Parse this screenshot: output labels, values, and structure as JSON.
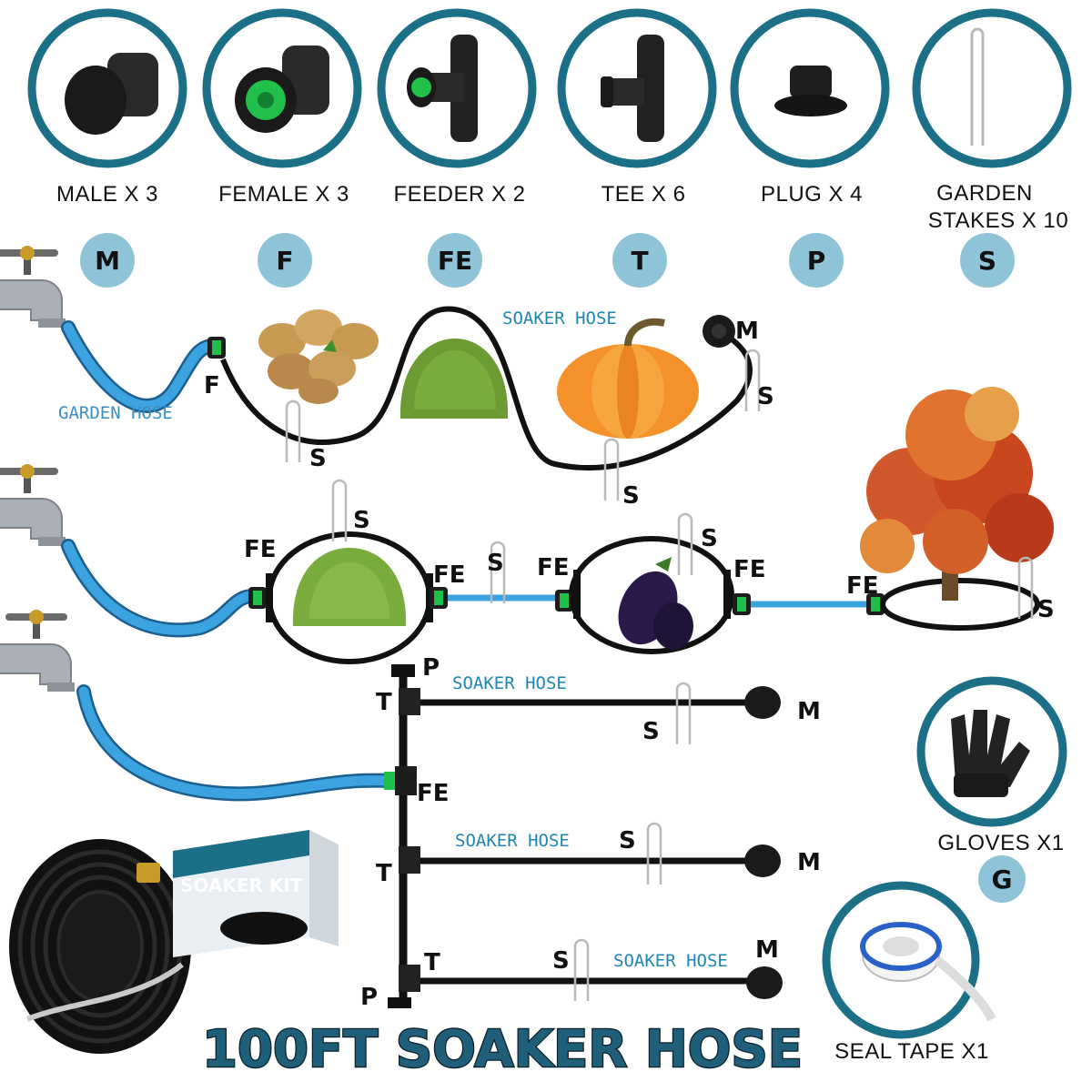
{
  "parts": [
    {
      "label": "MALE X 3",
      "code": "M",
      "icon": "male-connector-icon"
    },
    {
      "label": "FEMALE X 3",
      "code": "F",
      "icon": "female-connector-icon"
    },
    {
      "label": "FEEDER X 2",
      "code": "FE",
      "icon": "feeder-connector-icon"
    },
    {
      "label": "TEE X 6",
      "code": "T",
      "icon": "tee-connector-icon"
    },
    {
      "label": "PLUG X 4",
      "code": "P",
      "icon": "plug-icon"
    },
    {
      "label_line1": "GARDEN",
      "label_line2": "STAKES X 10",
      "code": "S",
      "icon": "garden-stake-icon"
    }
  ],
  "extras": [
    {
      "label": "GLOVES X1",
      "code": "G",
      "icon": "gloves-icon"
    },
    {
      "label": "SEAL TAPE X1",
      "icon": "seal-tape-icon"
    }
  ],
  "diagram_labels": {
    "soaker_hose": "SOAKER  HOSE",
    "garden_hose": "GARDEN  HOSE",
    "m": "M",
    "f": "F",
    "fe": "FE",
    "t": "T",
    "p": "P",
    "s": "S"
  },
  "product_box": "SOAKER KIT",
  "headline": "100FT SOAKER HOSE",
  "colors": {
    "ring": "#1b6f86",
    "badge": "#8fc4d8",
    "hose_blue": "#3ba3e0",
    "accent_green": "#21c04a"
  }
}
